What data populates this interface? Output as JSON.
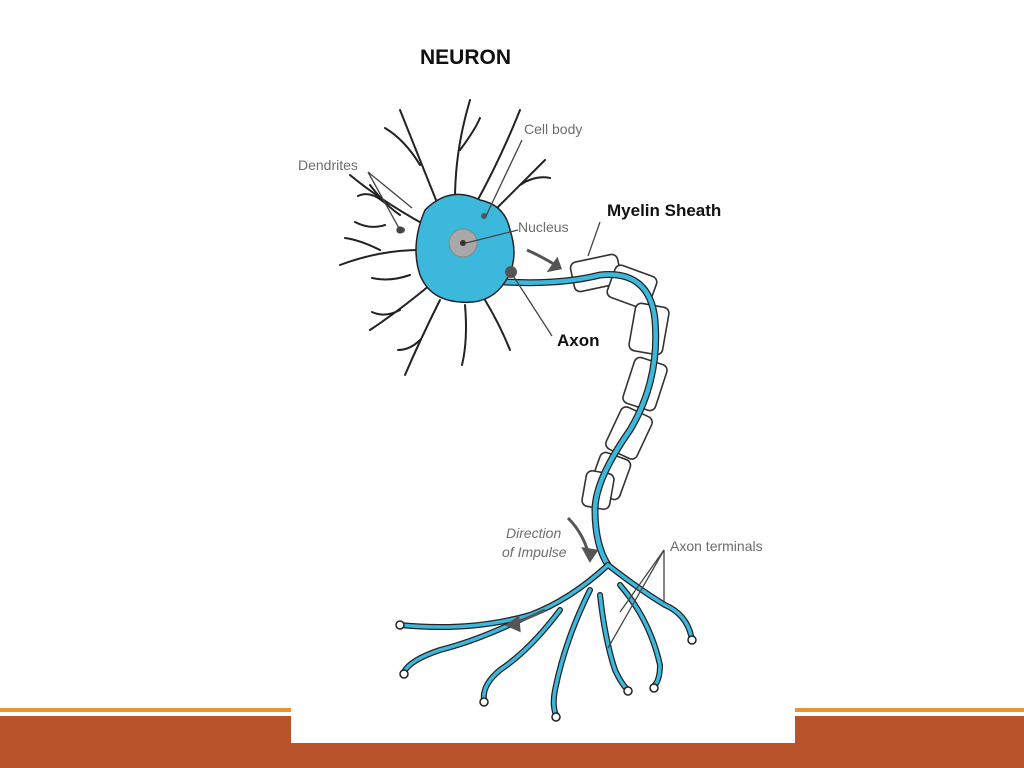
{
  "slide": {
    "accent_line_color": "#E8962C",
    "footer_color": "#B8532A"
  },
  "diagram": {
    "title": "NEURON",
    "labels": {
      "cell_body": "Cell body",
      "dendrites": "Dendrites",
      "nucleus": "Nucleus",
      "myelin_sheath": "Myelin Sheath",
      "axon": "Axon",
      "direction_line1": "Direction",
      "direction_line2": "of Impulse",
      "axon_terminals": "Axon terminals"
    },
    "colors": {
      "cell_fill": "#3DB8DD",
      "nucleus_fill": "#A8A8A8",
      "outline": "#222222"
    }
  }
}
